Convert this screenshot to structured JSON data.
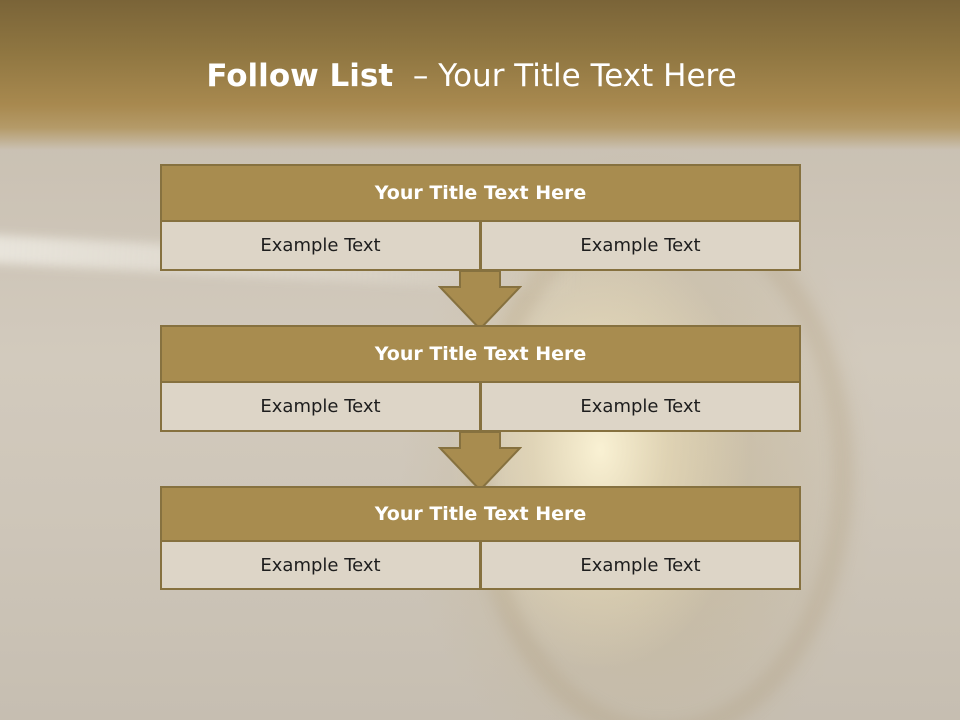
{
  "title": {
    "bold": "Follow List",
    "rest": "  – Your Title Text Here"
  },
  "steps": [
    {
      "title": "Your Title Text Here",
      "left": "Example Text",
      "right": "Example Text"
    },
    {
      "title": "Your Title Text Here",
      "left": "Example Text",
      "right": "Example Text"
    },
    {
      "title": "Your Title Text Here",
      "left": "Example Text",
      "right": "Example Text"
    }
  ],
  "colors": {
    "header_fill": "#a88c4f",
    "border": "#86713f",
    "cell_fill": "#ddd5c7",
    "arrow_fill": "#a88c4f"
  }
}
